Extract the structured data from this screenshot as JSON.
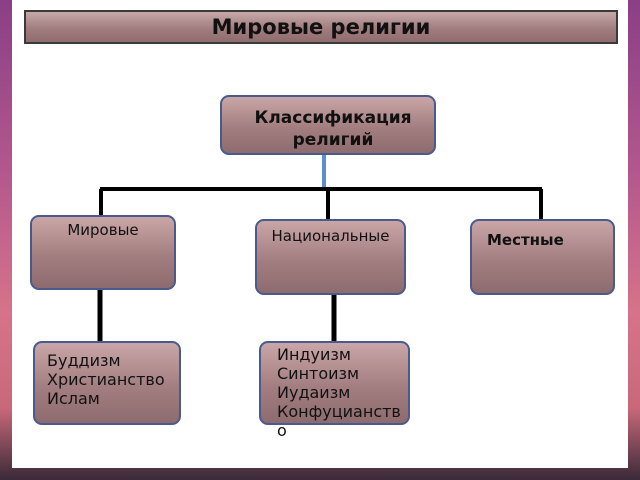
{
  "title": "Мировые религии",
  "root": "Классификация религий",
  "categories": {
    "world": "Мировые",
    "national": "Национальные",
    "local": "Местные"
  },
  "examples": {
    "world": [
      "Буддизм",
      "Христианство",
      "Ислам"
    ],
    "national": [
      "Индуизм",
      "Синтоизм",
      "Иудаизм",
      "Конфуцианство"
    ]
  }
}
